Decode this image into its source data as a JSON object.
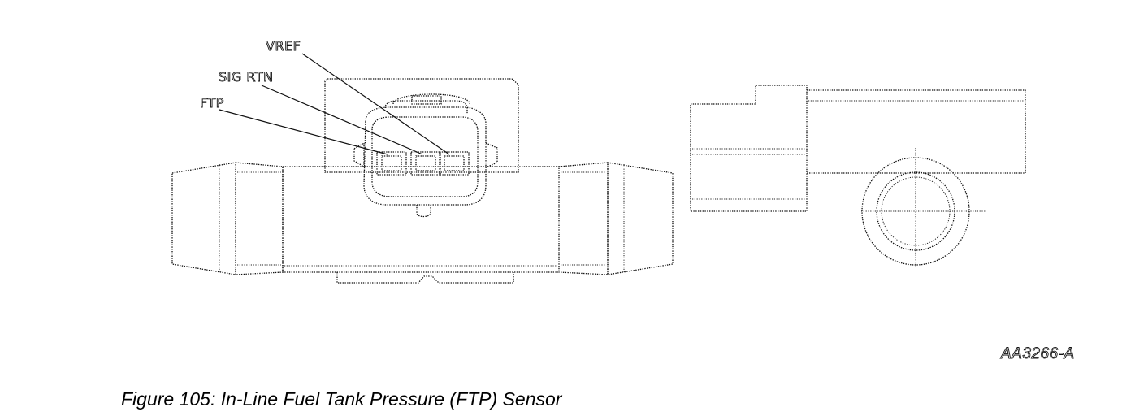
{
  "labels": {
    "vref": "VREF",
    "sig_rtn": "SIG RTN",
    "ftp": "FTP"
  },
  "figure_code": "AA3266-A",
  "caption": "Figure 105: In-Line Fuel Tank Pressure (FTP) Sensor"
}
